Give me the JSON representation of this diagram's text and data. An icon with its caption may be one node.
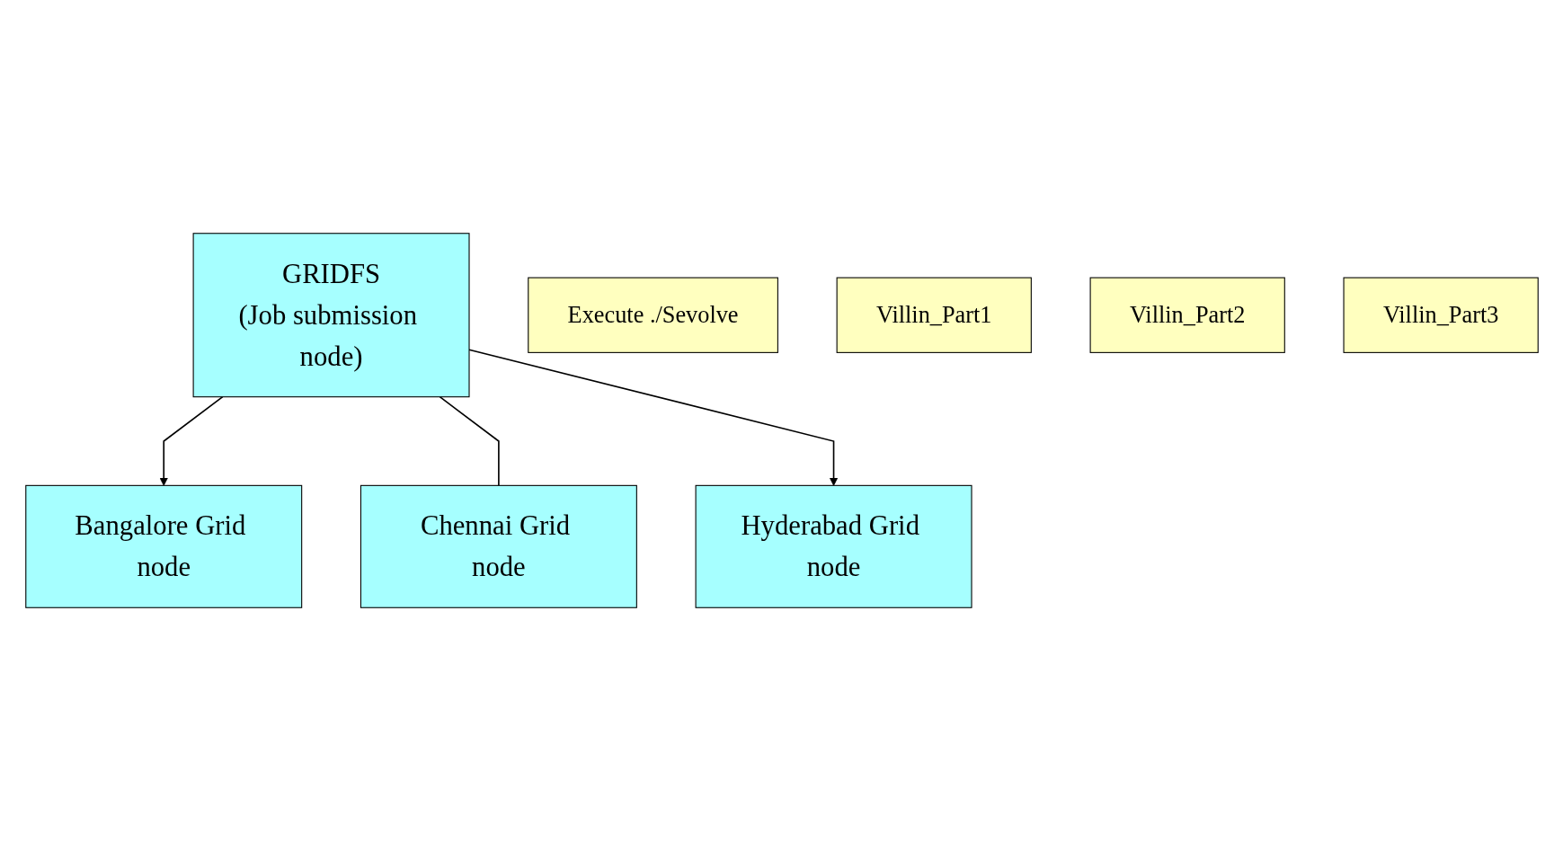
{
  "diagram": {
    "nodes": [
      {
        "text": [
          "GRIDFS",
          "(Job submission node)"
        ]
      },
      {
        "text": [
          "Execute ./Sevolve"
        ]
      },
      {
        "text": [
          "Villin_Part1"
        ]
      },
      {
        "text": [
          "Villin_Part2"
        ]
      },
      {
        "text": [
          "Villin_Part3"
        ]
      },
      {
        "text": [
          "Bangalore Grid node"
        ]
      },
      {
        "text": [
          "Chennai Grid node"
        ]
      },
      {
        "text": [
          "Hyderabad Grid node"
        ]
      }
    ],
    "edges": [
      {
        "from": 0,
        "to": 5,
        "arrow": "to"
      },
      {
        "from": 0,
        "to": 6,
        "arrow": "none"
      },
      {
        "from": 0,
        "to": 7,
        "arrow": "to"
      }
    ]
  }
}
